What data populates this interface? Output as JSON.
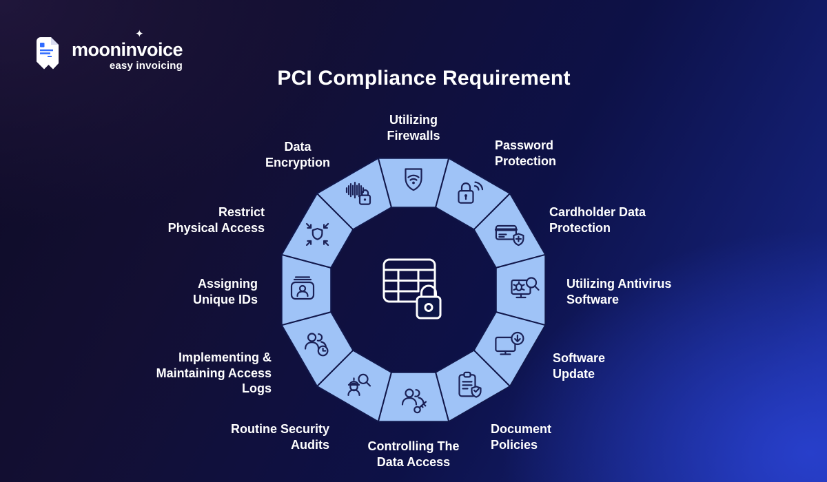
{
  "brand": {
    "name": "mooninvoice",
    "tagline": "easy invoicing",
    "sparkle": "✦",
    "logo_icon": "invoice-document-icon"
  },
  "title": "PCI Compliance Requirement",
  "diagram": {
    "type": "ring-infographic",
    "sides": 12,
    "center_icon": "secure-data-table-icon",
    "colors": {
      "segment_fill": "#9fc3f7",
      "segment_stroke": "#11174a",
      "icon_stroke": "#1b2156",
      "label_color": "#ffffff",
      "center_icon_stroke": "#ffffff",
      "background_start": "#0e0b26",
      "background_end": "#1c2da0"
    },
    "segments": [
      {
        "label": "Utilizing Firewalls",
        "lines": [
          "Utilizing",
          "Firewalls"
        ],
        "icon": "firewall-shield-icon"
      },
      {
        "label": "Password Protection",
        "lines": [
          "Password",
          "Protection"
        ],
        "icon": "password-lock-icon"
      },
      {
        "label": "Cardholder Data Protection",
        "lines": [
          "Cardholder Data",
          "Protection"
        ],
        "icon": "card-shield-plus-icon"
      },
      {
        "label": "Utilizing Antivirus Software",
        "lines": [
          "Utilizing Antivirus",
          "Software"
        ],
        "icon": "antivirus-scan-icon"
      },
      {
        "label": "Software Update",
        "lines": [
          "Software",
          "Update"
        ],
        "icon": "software-update-icon"
      },
      {
        "label": "Document Policies",
        "lines": [
          "Document",
          "Policies"
        ],
        "icon": "document-policy-icon"
      },
      {
        "label": "Controlling The Data Access",
        "lines": [
          "Controlling The",
          "Data Access"
        ],
        "icon": "user-key-icon"
      },
      {
        "label": "Routine Security Audits",
        "lines": [
          "Routine Security",
          "Audits"
        ],
        "icon": "audit-search-icon"
      },
      {
        "label": "Implementing & Maintaining Access Logs",
        "lines": [
          "Implementing &",
          "Maintaining Access",
          "Logs"
        ],
        "icon": "access-logs-clock-icon"
      },
      {
        "label": "Assigning Unique IDs",
        "lines": [
          "Assigning",
          "Unique IDs"
        ],
        "icon": "id-card-icon"
      },
      {
        "label": "Restrict Physical Access",
        "lines": [
          "Restrict",
          "Physical Access"
        ],
        "icon": "restrict-access-icon"
      },
      {
        "label": "Data Encryption",
        "lines": [
          "Data",
          "Encryption"
        ],
        "icon": "encryption-lock-icon"
      }
    ]
  }
}
